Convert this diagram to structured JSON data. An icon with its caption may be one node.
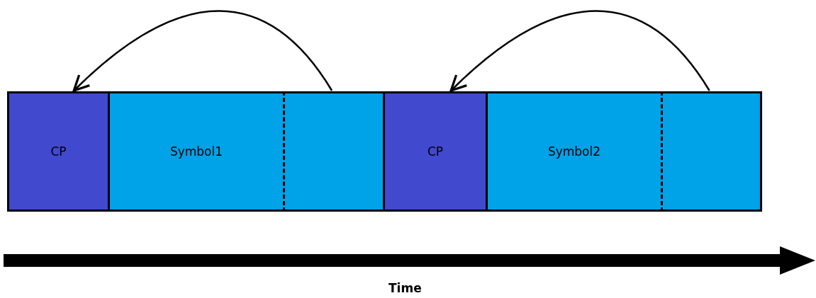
{
  "diagram": {
    "nodes": [
      {
        "text": [
          "CP"
        ]
      },
      {
        "text": [
          "Symbol1"
        ]
      },
      {
        "text": [],
        "shape": "box"
      },
      {
        "text": [
          "CP"
        ]
      },
      {
        "text": [
          "Symbol2"
        ]
      },
      {
        "text": [],
        "shape": "box"
      }
    ],
    "edges": [
      {
        "from": 2,
        "to": 0,
        "arrow": "to"
      },
      {
        "from": 5,
        "to": 3,
        "arrow": "to"
      }
    ],
    "labels": [
      "Time"
    ]
  }
}
